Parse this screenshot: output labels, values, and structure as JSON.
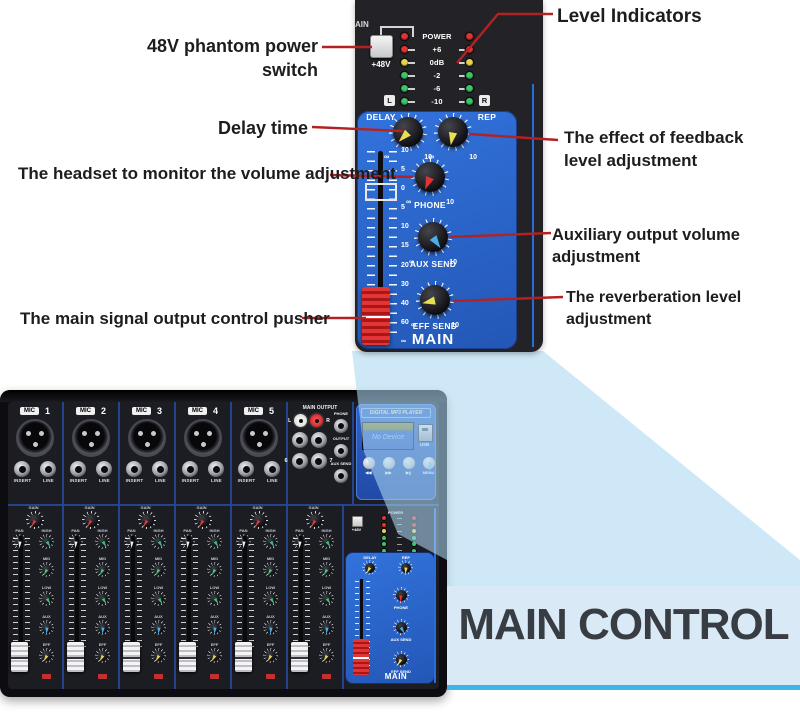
{
  "annotations": {
    "level_indicators": "Level Indicators",
    "phantom_power": "48V phantom power switch",
    "delay_time": "Delay time",
    "headset_volume": "The headset to monitor the volume adjustment",
    "feedback_level": "The effect of feedback level adjustment",
    "aux_output": "Auxiliary output volume adjustment",
    "reverb_level": "The reverberation level adjustment",
    "main_pusher": "The main signal output control pusher"
  },
  "banner": {
    "title": "MAIN CONTROL",
    "bg": "#d9eaf6",
    "accent": "#3fb4e8"
  },
  "zoom_panel": {
    "partial_left_text": "AIN",
    "phantom_button": "+48V",
    "power_label": "POWER",
    "channel_left": "L",
    "channel_right": "R",
    "led_rows": [
      {
        "label": "POWER",
        "color": "#e03434",
        "dashes": false,
        "boxes": false
      },
      {
        "label": "+6",
        "color": "#e03434",
        "dashes": true,
        "boxes": false
      },
      {
        "label": "0dB",
        "color": "#e8d44a",
        "dashes": true,
        "boxes": false
      },
      {
        "label": "-2",
        "color": "#3cc468",
        "dashes": true,
        "boxes": false
      },
      {
        "label": "-6",
        "color": "#3cc468",
        "dashes": true,
        "boxes": false
      },
      {
        "label": "-10",
        "color": "#3cc468",
        "dashes": true,
        "boxes": true
      }
    ],
    "knobs": [
      {
        "label": "DELAY",
        "pointer": "#e8e050"
      },
      {
        "label": "REP",
        "pointer": "#e8e050"
      },
      {
        "label": "PHONE",
        "pointer": "#e03434"
      },
      {
        "label": "AUX SEND",
        "pointer": "#4aaee8"
      },
      {
        "label": "EFF SEND",
        "pointer": "#e8e050"
      }
    ],
    "knob_min": "∞",
    "knob_max": "10",
    "fader_scale": [
      "10",
      "5",
      "0",
      "5",
      "10",
      "15",
      "20",
      "30",
      "40",
      "60",
      "∞"
    ],
    "main_label": "MAIN"
  },
  "mixer": {
    "mic_label": "MIC",
    "channels": [
      "1",
      "2",
      "3",
      "4",
      "5"
    ],
    "jack_labels": {
      "insert": "INSERT",
      "line": "LINE"
    },
    "main_output": {
      "title": "MAIN OUTPUT",
      "left": "L",
      "right": "R",
      "jack6": "6",
      "jack7": "7",
      "out1": "PHONE",
      "out2": "OUTPUT",
      "out3": "AUX SEND"
    },
    "mp3": {
      "title": "DIGITAL MP3 PLAYER",
      "screen_text": "No Device",
      "usb_label": "USB",
      "buttons": [
        "◀◀",
        "▶▶",
        "▶||",
        "MENU"
      ],
      "bluetooth_glyph": "ᛒ"
    },
    "strip_count": 6,
    "strip_knobs": [
      {
        "label": "GAIN",
        "color": "#e03434"
      },
      {
        "label": "PAN",
        "color": "#f0f0f0"
      },
      {
        "label": "HIGH",
        "color": "#3cc47a"
      },
      {
        "label": "MID",
        "color": "#3cc47a"
      },
      {
        "label": "LOW",
        "color": "#3cc47a"
      },
      {
        "label": "AUX",
        "color": "#4aaee8"
      },
      {
        "label": "EFF",
        "color": "#e8d44a"
      }
    ],
    "mini_led_colors": [
      "#e03434",
      "#e03434",
      "#e8d44a",
      "#3cc468",
      "#3cc468",
      "#3cc468"
    ]
  }
}
